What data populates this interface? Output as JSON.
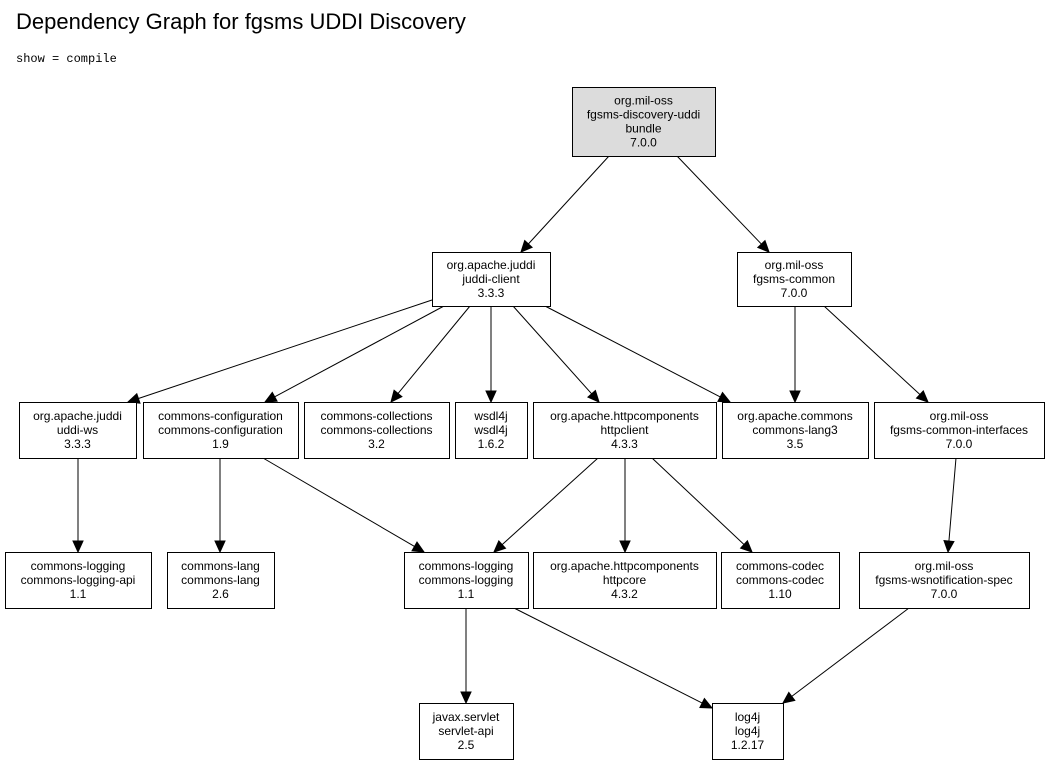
{
  "title": "Dependency Graph for fgsms UDDI Discovery",
  "scope_note": "show = compile",
  "colors": {
    "root_fill": "#dcdcdc",
    "node_fill": "#ffffff",
    "stroke": "#000000"
  },
  "nodes": [
    {
      "id": "root",
      "lines": [
        "org.mil-oss",
        "fgsms-discovery-uddi",
        "bundle",
        "7.0.0"
      ],
      "root": true
    },
    {
      "id": "juddi-client",
      "lines": [
        "org.apache.juddi",
        "juddi-client",
        "3.3.3"
      ]
    },
    {
      "id": "fgsms-common",
      "lines": [
        "org.mil-oss",
        "fgsms-common",
        "7.0.0"
      ]
    },
    {
      "id": "uddi-ws",
      "lines": [
        "org.apache.juddi",
        "uddi-ws",
        "3.3.3"
      ]
    },
    {
      "id": "commons-configuration",
      "lines": [
        "commons-configuration",
        "commons-configuration",
        "1.9"
      ]
    },
    {
      "id": "commons-collections",
      "lines": [
        "commons-collections",
        "commons-collections",
        "3.2"
      ]
    },
    {
      "id": "wsdl4j",
      "lines": [
        "wsdl4j",
        "wsdl4j",
        "1.6.2"
      ]
    },
    {
      "id": "httpclient",
      "lines": [
        "org.apache.httpcomponents",
        "httpclient",
        "4.3.3"
      ]
    },
    {
      "id": "commons-lang3",
      "lines": [
        "org.apache.commons",
        "commons-lang3",
        "3.5"
      ]
    },
    {
      "id": "fgsms-common-interfaces",
      "lines": [
        "org.mil-oss",
        "fgsms-common-interfaces",
        "7.0.0"
      ]
    },
    {
      "id": "commons-logging-api",
      "lines": [
        "commons-logging",
        "commons-logging-api",
        "1.1"
      ]
    },
    {
      "id": "commons-lang",
      "lines": [
        "commons-lang",
        "commons-lang",
        "2.6"
      ]
    },
    {
      "id": "commons-logging",
      "lines": [
        "commons-logging",
        "commons-logging",
        "1.1"
      ]
    },
    {
      "id": "httpcore",
      "lines": [
        "org.apache.httpcomponents",
        "httpcore",
        "4.3.2"
      ]
    },
    {
      "id": "commons-codec",
      "lines": [
        "commons-codec",
        "commons-codec",
        "1.10"
      ]
    },
    {
      "id": "fgsms-wsnotification-spec",
      "lines": [
        "org.mil-oss",
        "fgsms-wsnotification-spec",
        "7.0.0"
      ]
    },
    {
      "id": "servlet-api",
      "lines": [
        "javax.servlet",
        "servlet-api",
        "2.5"
      ]
    },
    {
      "id": "log4j",
      "lines": [
        "log4j",
        "log4j",
        "1.2.17"
      ]
    }
  ],
  "edges": [
    {
      "from": "root",
      "to": "juddi-client"
    },
    {
      "from": "root",
      "to": "fgsms-common"
    },
    {
      "from": "juddi-client",
      "to": "uddi-ws"
    },
    {
      "from": "juddi-client",
      "to": "commons-configuration"
    },
    {
      "from": "juddi-client",
      "to": "commons-collections"
    },
    {
      "from": "juddi-client",
      "to": "wsdl4j"
    },
    {
      "from": "juddi-client",
      "to": "httpclient"
    },
    {
      "from": "juddi-client",
      "to": "commons-lang3"
    },
    {
      "from": "fgsms-common",
      "to": "commons-lang3"
    },
    {
      "from": "fgsms-common",
      "to": "fgsms-common-interfaces"
    },
    {
      "from": "uddi-ws",
      "to": "commons-logging-api"
    },
    {
      "from": "commons-configuration",
      "to": "commons-lang"
    },
    {
      "from": "commons-configuration",
      "to": "commons-logging"
    },
    {
      "from": "httpclient",
      "to": "commons-logging"
    },
    {
      "from": "httpclient",
      "to": "httpcore"
    },
    {
      "from": "httpclient",
      "to": "commons-codec"
    },
    {
      "from": "fgsms-common-interfaces",
      "to": "fgsms-wsnotification-spec"
    },
    {
      "from": "commons-logging",
      "to": "servlet-api"
    },
    {
      "from": "commons-logging",
      "to": "log4j"
    },
    {
      "from": "fgsms-wsnotification-spec",
      "to": "log4j"
    }
  ]
}
